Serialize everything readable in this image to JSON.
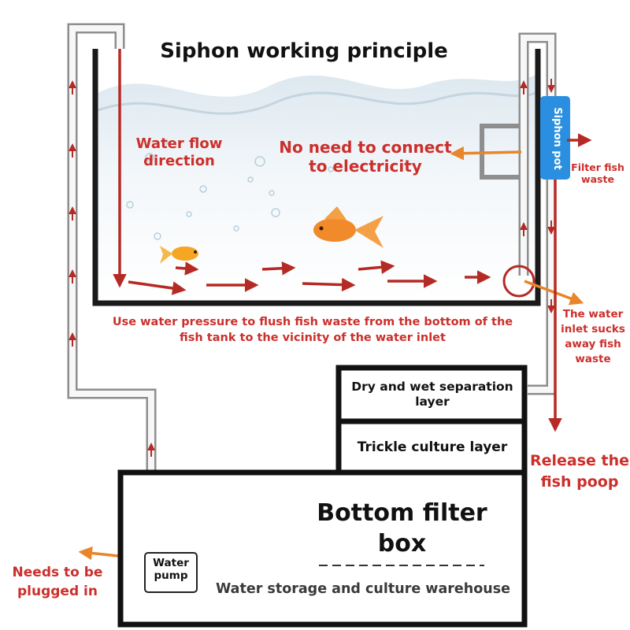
{
  "title": "Siphon working principle",
  "labels": {
    "water_flow": [
      "Water flow",
      "direction"
    ],
    "no_electricity": [
      "No need to connect",
      "to electricity"
    ],
    "siphon_pot": "Siphon pot",
    "filter_fish_waste": [
      "Filter fish",
      "waste"
    ],
    "water_pressure": [
      "Use water pressure to flush fish waste from the bottom of the",
      "fish tank to the vicinity of the water inlet"
    ],
    "inlet_sucks": [
      "The water",
      "inlet sucks",
      "away fish",
      "waste"
    ],
    "dry_wet": [
      "Dry and wet separation",
      "layer"
    ],
    "trickle": "Trickle culture layer",
    "release": [
      "Release the",
      "fish poop"
    ],
    "bottom_filter": [
      "Bottom filter",
      "box"
    ],
    "storage": "Water storage and culture warehouse",
    "pump": [
      "Water",
      "pump"
    ],
    "plugged": [
      "Needs to be",
      "plugged in"
    ]
  },
  "colors": {
    "label_red": "#cc2f2b",
    "arrow_red": "#b52a24",
    "arrow_orange": "#e9852a",
    "frame_black": "#111111",
    "siphon_pot_blue": "#2a8fe0",
    "water_light": "#e8f1f7",
    "fish_orange": "#f08a2a"
  }
}
